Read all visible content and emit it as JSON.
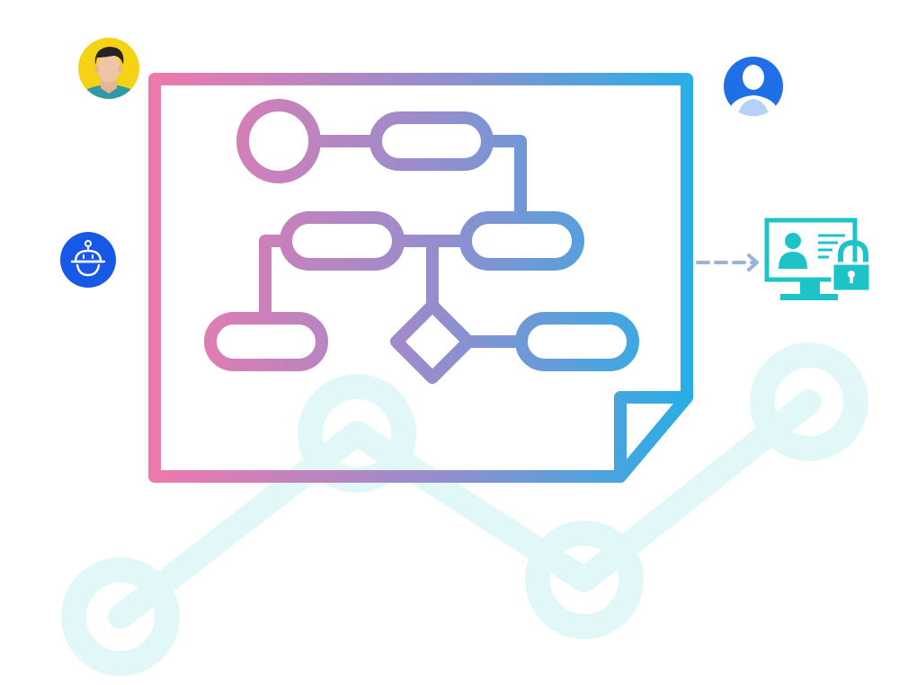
{
  "colors": {
    "gradient_start": "#ee79ad",
    "gradient_end": "#28aee6",
    "background_network": "#e2f7f7",
    "arrow": "#9ab4d8",
    "teal": "#1ec3c8",
    "blue_avatar": "#1e6fe8",
    "yellow_avatar": "#f5d214"
  },
  "icons": [
    "person-avatar-icon",
    "user-profile-icon",
    "robot-icon",
    "secure-computer-icon"
  ],
  "diagram": {
    "type": "flowchart",
    "nodes": [
      {
        "id": "start",
        "shape": "circle"
      },
      {
        "id": "process-1",
        "shape": "rounded-rect"
      },
      {
        "id": "process-2",
        "shape": "rounded-rect"
      },
      {
        "id": "process-3",
        "shape": "rounded-rect"
      },
      {
        "id": "process-4",
        "shape": "rounded-rect"
      },
      {
        "id": "decision",
        "shape": "diamond"
      },
      {
        "id": "process-5",
        "shape": "rounded-rect"
      }
    ],
    "edges": [
      [
        "start",
        "process-1"
      ],
      [
        "process-1",
        "process-3"
      ],
      [
        "process-2",
        "process-3"
      ],
      [
        "process-2",
        "process-4"
      ],
      [
        "process-2",
        "decision"
      ],
      [
        "decision",
        "process-5"
      ]
    ]
  }
}
